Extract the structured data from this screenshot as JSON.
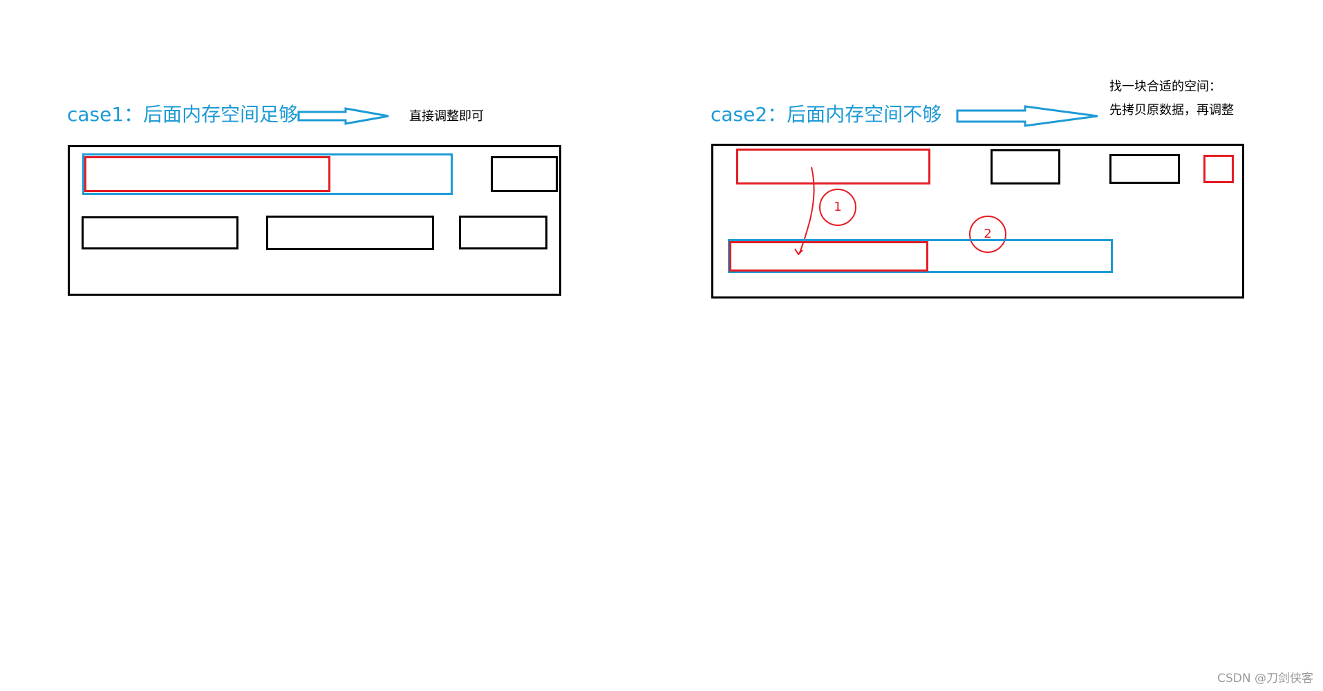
{
  "case1": {
    "title": "case1：后面内存空间足够",
    "note": "直接调整即可"
  },
  "case2": {
    "title": "case2：后面内存空间不够",
    "note_line1": "找一块合适的空间：",
    "note_line2": "先拷贝原数据，再调整",
    "step1": "1",
    "step2": "2"
  },
  "colors": {
    "accent_blue": "#1c9ad6",
    "red": "#e51c23",
    "black": "#000000"
  },
  "watermark": "CSDN @刀剑侠客"
}
